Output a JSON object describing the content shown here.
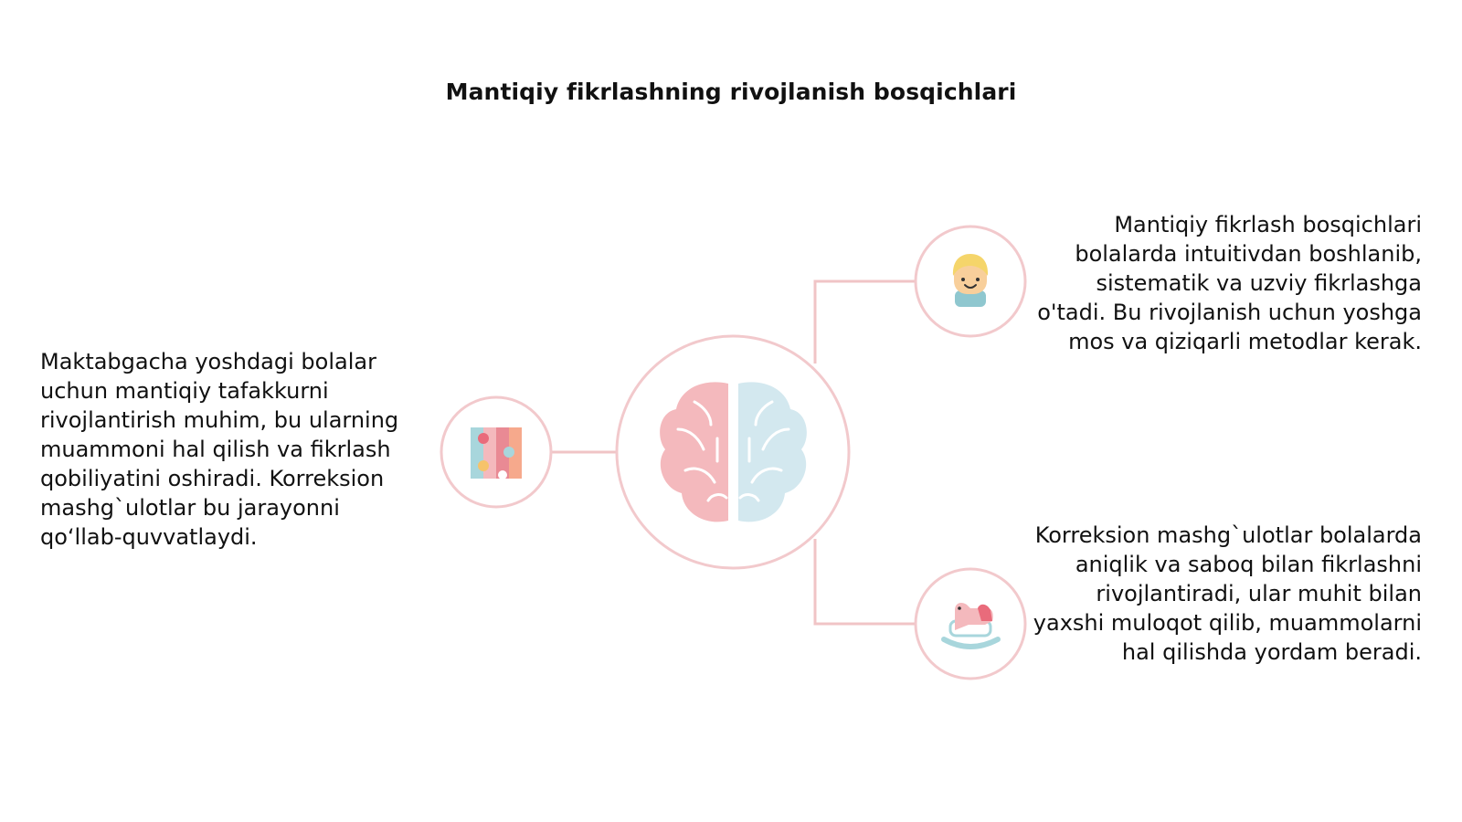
{
  "title": "Mantiqiy fikrlashning rivojlanish bosqichlari",
  "paragraphs": {
    "left": "Maktabgacha yoshdagi bolalar uchun mantiqiy tafakkurni rivojlantirish muhim, bu ularning muammoni hal qilish va fikrlash qobiliyatini oshiradi. Korreksion mashg`ulotlar bu jarayonni qo‘llab-quvvatlaydi.",
    "top_right": "Mantiqiy fikrlash bosqichlari bolalarda intuitivdan boshlanib, sistematik va uzviy fikrlashga o'tadi. Bu rivojlanish uchun yoshga mos va qiziqarli metodlar kerak.",
    "bottom_right": "Korreksion mashg`ulotlar bolalarda aniqlik va saboq bilan fikrlashni rivojlantiradi, ular muhit bilan yaxshi muloqot qilib, muammolarni hal qilishda yordam beradi."
  },
  "icons": {
    "center": "brain-icon",
    "left": "puzzle-icon",
    "top_right": "child-face-icon",
    "bottom_right": "rocking-horse-icon"
  },
  "colors": {
    "ring": "#f2c9cc",
    "connector": "#f0c4c6",
    "brain_left": "#f4b9bd",
    "brain_right": "#d3e8ef",
    "text": "#111111"
  }
}
